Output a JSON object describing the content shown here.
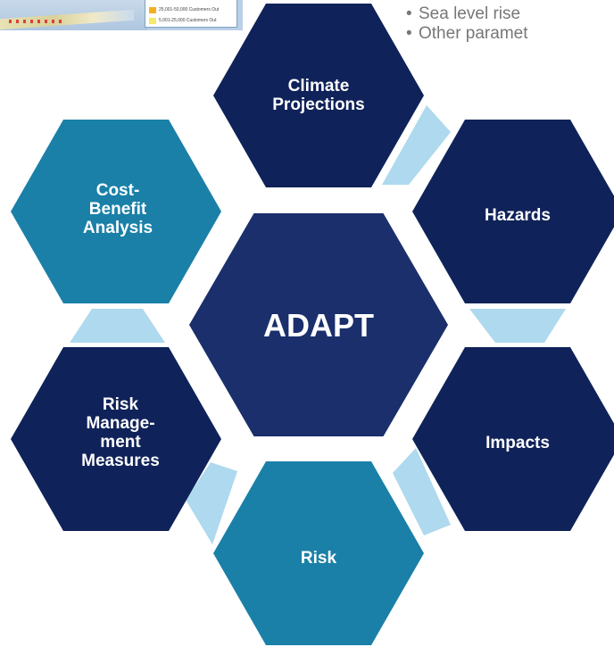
{
  "map_legend": {
    "entries": [
      {
        "label": "25,001-50,000 Customers Out",
        "color": "#f2b01e"
      },
      {
        "label": "5,001-25,000 Customers Out",
        "color": "#f7e86a"
      }
    ]
  },
  "bullets": [
    "Sea level rise",
    "Other paramet"
  ],
  "bullet_marker": "•",
  "diagram": {
    "center": {
      "lines": [
        "ADAPT"
      ],
      "color": "#1a2f6b"
    },
    "nodes": [
      {
        "key": "climate",
        "lines": [
          "Climate",
          "Projections"
        ],
        "color": "#0f2259"
      },
      {
        "key": "hazards",
        "lines": [
          "Hazards"
        ],
        "color": "#0f2259"
      },
      {
        "key": "impacts",
        "lines": [
          "Impacts"
        ],
        "color": "#0f2259"
      },
      {
        "key": "risk",
        "lines": [
          "Risk"
        ],
        "color": "#1a80a8"
      },
      {
        "key": "riskmgmt",
        "lines": [
          "Risk",
          "Manage-",
          "ment",
          "Measures"
        ],
        "color": "#0f2259"
      },
      {
        "key": "costbenefit",
        "lines": [
          "Cost-",
          "Benefit",
          "Analysis"
        ],
        "color": "#1a80a8"
      }
    ],
    "connector_color": "#aed9ee"
  }
}
